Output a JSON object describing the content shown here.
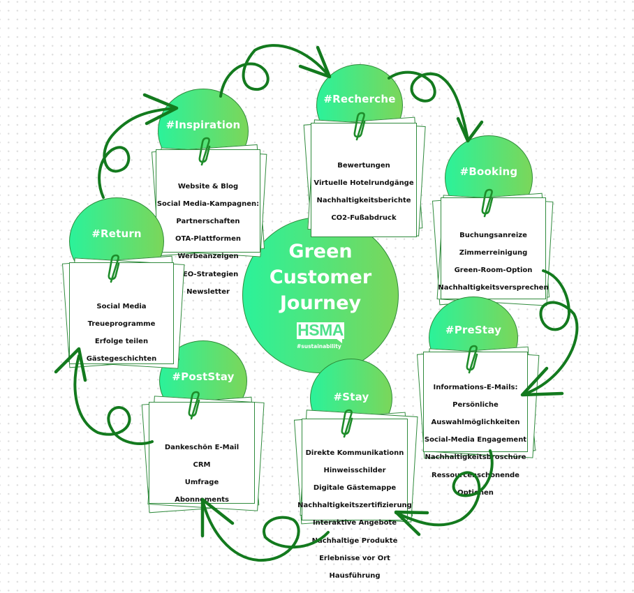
{
  "diagram": {
    "title_lines": [
      "Green",
      "Customer",
      "Journey"
    ],
    "logo": {
      "text": "HSMA",
      "tagline": "#sustainability"
    },
    "colors": {
      "blob_gradient_start": "#2bf29a",
      "blob_gradient_end": "#7bd65a",
      "arrow": "#137a1e",
      "note_border": "#2f8a3c",
      "text": "#111111",
      "label": "#ffffff"
    },
    "stages": [
      {
        "id": "inspiration",
        "label": "#Inspiration",
        "items": [
          "Website & Blog",
          "Social Media-Kampagnen:",
          "Partnerschaften",
          "OTA-Plattformen",
          "Werbeanzeigen",
          "SEO-Strategien",
          "Newsletter"
        ]
      },
      {
        "id": "recherche",
        "label": "#Recherche",
        "items": [
          "Bewertungen",
          "Virtuelle Hotelrundgänge",
          "Nachhaltigkeitsberichte",
          "CO2-Fußabdruck"
        ]
      },
      {
        "id": "booking",
        "label": "#Booking",
        "items": [
          "Buchungsanreize",
          "Zimmerreinigung",
          "Green-Room-Option",
          "Nachhaltigkeitsversprechen"
        ]
      },
      {
        "id": "prestay",
        "label": "#PreStay",
        "items": [
          "Informations-E-Mails:",
          "Persönliche",
          "Auswahlmöglichkeiten",
          "Social-Media Engagement",
          "Nachhaltigkeitsbroschüre",
          "Ressourcenschonende",
          "Optionen"
        ]
      },
      {
        "id": "stay",
        "label": "#Stay",
        "items": [
          "Direkte Kommunikationn",
          "Hinweisschilder",
          "Digitale Gästemappe",
          "Nachhaltigkeitszertifizierung",
          "Interaktive Angebote",
          "Nachhaltige Produkte",
          "Erlebnisse vor Ort",
          "Hausführung"
        ]
      },
      {
        "id": "poststay",
        "label": "#PostStay",
        "items": [
          "Dankeschön E-Mail",
          "CRM",
          "Umfrage",
          "Abonnements"
        ]
      },
      {
        "id": "return",
        "label": "#Return",
        "items": [
          "Social Media",
          "Treueprogramme",
          "Erfolge teilen",
          "Gästegeschichten"
        ]
      }
    ],
    "flow": [
      "inspiration",
      "recherche",
      "booking",
      "prestay",
      "stay",
      "poststay",
      "return",
      "inspiration"
    ]
  }
}
